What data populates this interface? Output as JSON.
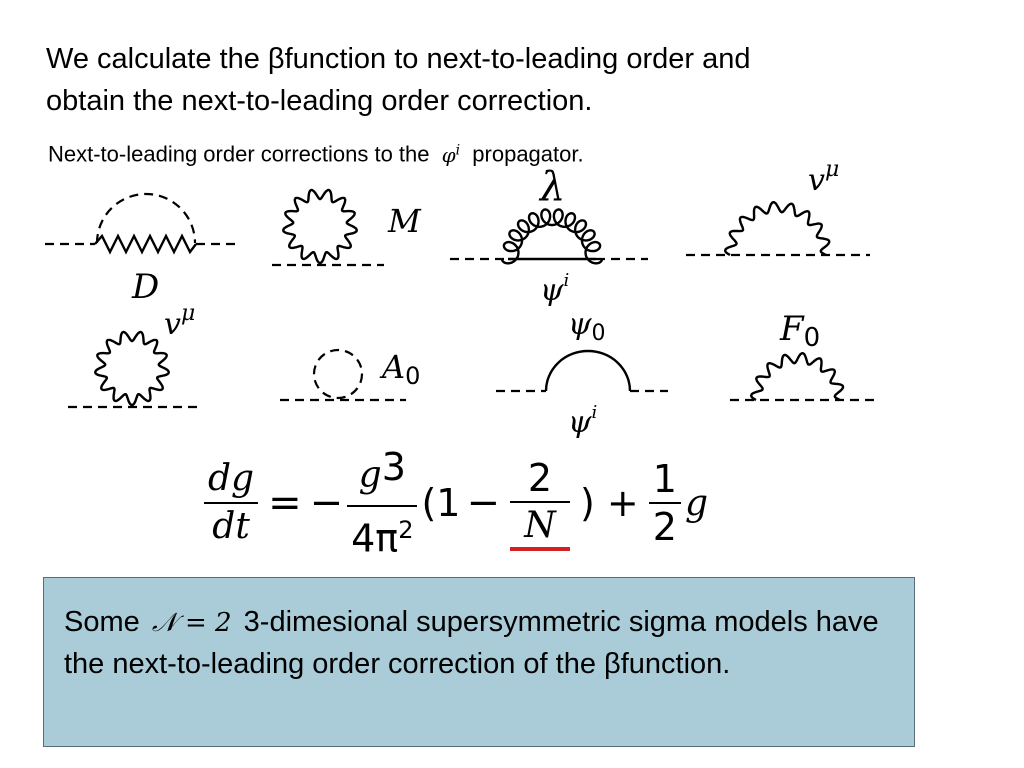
{
  "heading": {
    "line1": "We calculate the βfunction to next-to-leading order and",
    "line2": "obtain the next-to-leading order correction."
  },
  "subheading": {
    "before": "Next-to-leading order corrections to the",
    "symbol": "φ",
    "symbol_sup": "i",
    "after": "propagator."
  },
  "diagrams": {
    "labels": {
      "d1": "D",
      "d2": "M",
      "d3_top": "λ",
      "d3_bottom": "ψ",
      "d3_bottom_sup": "i",
      "d4": "v",
      "d4_sup": "μ",
      "d5": "v",
      "d5_sup": "μ",
      "d6": "A",
      "d6_sub": "0",
      "d7_top": "ψ",
      "d7_top_sub": "0",
      "d7_bottom": "ψ",
      "d7_bottom_sup": "i",
      "d8": "F",
      "d8_sub": "0"
    }
  },
  "equation": {
    "lhs_num": "dg",
    "lhs_den": "dt",
    "equals": "=",
    "minus": "−",
    "g": "g",
    "cube": "3",
    "four_pi": "4π",
    "square": "2",
    "open_paren": "(1",
    "minus2": "−",
    "two": "2",
    "N": "N",
    "close_paren_plus": ") +",
    "one": "1",
    "half_den": "2",
    "g_end": "g",
    "highlight_color": "#d42020"
  },
  "note": {
    "prefix": "Some",
    "symbol": "𝒩 = 2",
    "text": "3-dimesional supersymmetric sigma models have the next-to-leading order correction of the βfunction.",
    "background": "#a9ccd8"
  }
}
